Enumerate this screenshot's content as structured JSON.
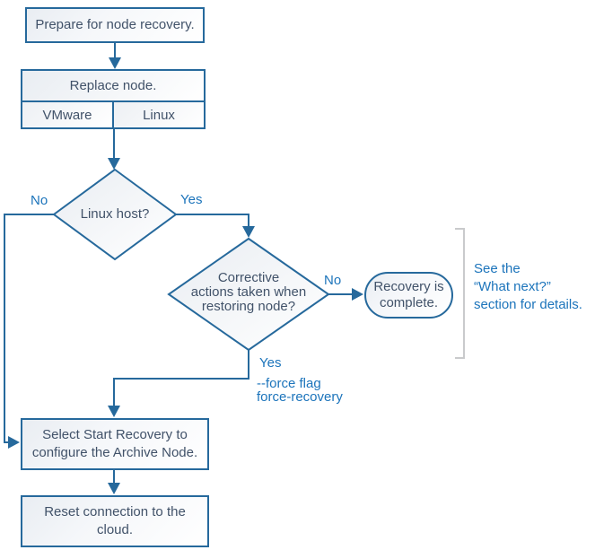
{
  "colors": {
    "line": "#26699c",
    "node_text": "#415269",
    "label_text": "#1c74bb",
    "bracket": "#c9cacc",
    "node_fill_start": "#e9edf2",
    "node_fill_end": "#ffffff"
  },
  "nodes": {
    "prepare": {
      "label": "Prepare for node recovery."
    },
    "replace": {
      "label": "Replace node.",
      "option_vmware": "VMware",
      "option_linux": "Linux"
    },
    "linux_host": {
      "label": "Linux host?"
    },
    "corrective": {
      "line1": "Corrective",
      "line2": "actions taken when",
      "line3": "restoring node?"
    },
    "recovery_complete": {
      "line1": "Recovery is",
      "line2": "complete."
    },
    "select_start": {
      "line1": "Select Start Recovery to",
      "line2": "configure the Archive Node."
    },
    "reset_connection": {
      "line1": "Reset connection to the",
      "line2": "cloud."
    }
  },
  "edge_labels": {
    "linux_host_no": "No",
    "linux_host_yes": "Yes",
    "corrective_no": "No",
    "corrective_yes": "Yes",
    "force_flag": "--force flag",
    "force_recovery": "force-recovery"
  },
  "annotation": {
    "line1": "See the",
    "line2": "“What next?”",
    "line3": "section for details."
  }
}
